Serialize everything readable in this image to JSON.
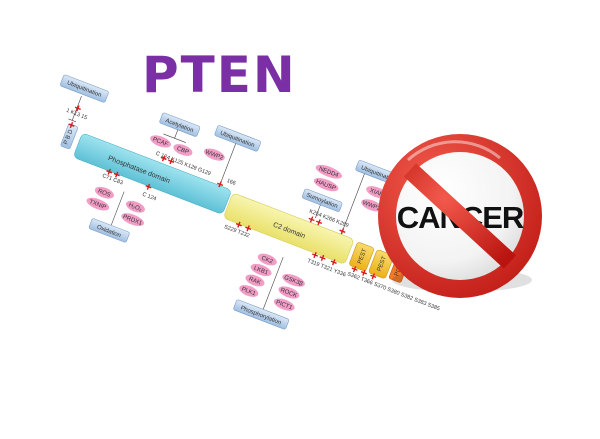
{
  "title": "PTEN",
  "badge": {
    "text": "CANCER",
    "ring_color": "#d9241e",
    "slash_color": "#d9241e"
  },
  "colors": {
    "title": "#7b2fa5",
    "phosphatase": "#7fd4e4",
    "c2": "#f2ee8a",
    "pest": "#f4c430",
    "pdz": "#f07a2a",
    "enzyme_oval": "#f19dc6",
    "mod_box": "#bcd3ec",
    "marker": "#d81a1a"
  },
  "domains": {
    "pbd": "P B D",
    "phosphatase": "Phosphatase domain",
    "c2": "C2 domain",
    "pest1": "PEST",
    "pest2": "PEST",
    "pdz": "PDZ"
  },
  "modifications": {
    "ubiq_top": "Ubiquitination",
    "acetylation": "Acetylation",
    "ubiq_mid": "Ubiquitination",
    "ubiq_right": "Ubiquitination",
    "sumoylation": "Sumoylation",
    "oxidation": "Oxidation",
    "phosphorylation": "Phosphorylation"
  },
  "enzymes": {
    "pcaf": "PCAF",
    "cbp": "CBP",
    "wwp2_top": "WWP2",
    "nedd4": "NEDD4",
    "xiap": "XIAP",
    "hausp": "HAUSP",
    "wwp2_right": "WWP2",
    "ros": "ROS",
    "h2o2": "H₂O₂",
    "txnip": "TXNIP",
    "prdx1": "PRDX1",
    "ck2": "CK2",
    "lkb1": "LKB1",
    "gsk3b": "GSK3β",
    "rak": "RAK",
    "rock": "ROCK",
    "plk1": "PLK1",
    "pict1": "PICT1"
  },
  "residues": {
    "k13_15": "1 K13 15",
    "acetyl_sites": "C 124 K125 K128 G129",
    "k166": "166",
    "k254_k266": "K254 K266 K289",
    "c71_c83": "C71 C83",
    "c124": "C 124",
    "s229_t232": "S229 T232",
    "t319_t321_y336": "T319 T321 Y336",
    "pest_sites": "S362 T366 S370 S380 S382 S383 S385"
  }
}
